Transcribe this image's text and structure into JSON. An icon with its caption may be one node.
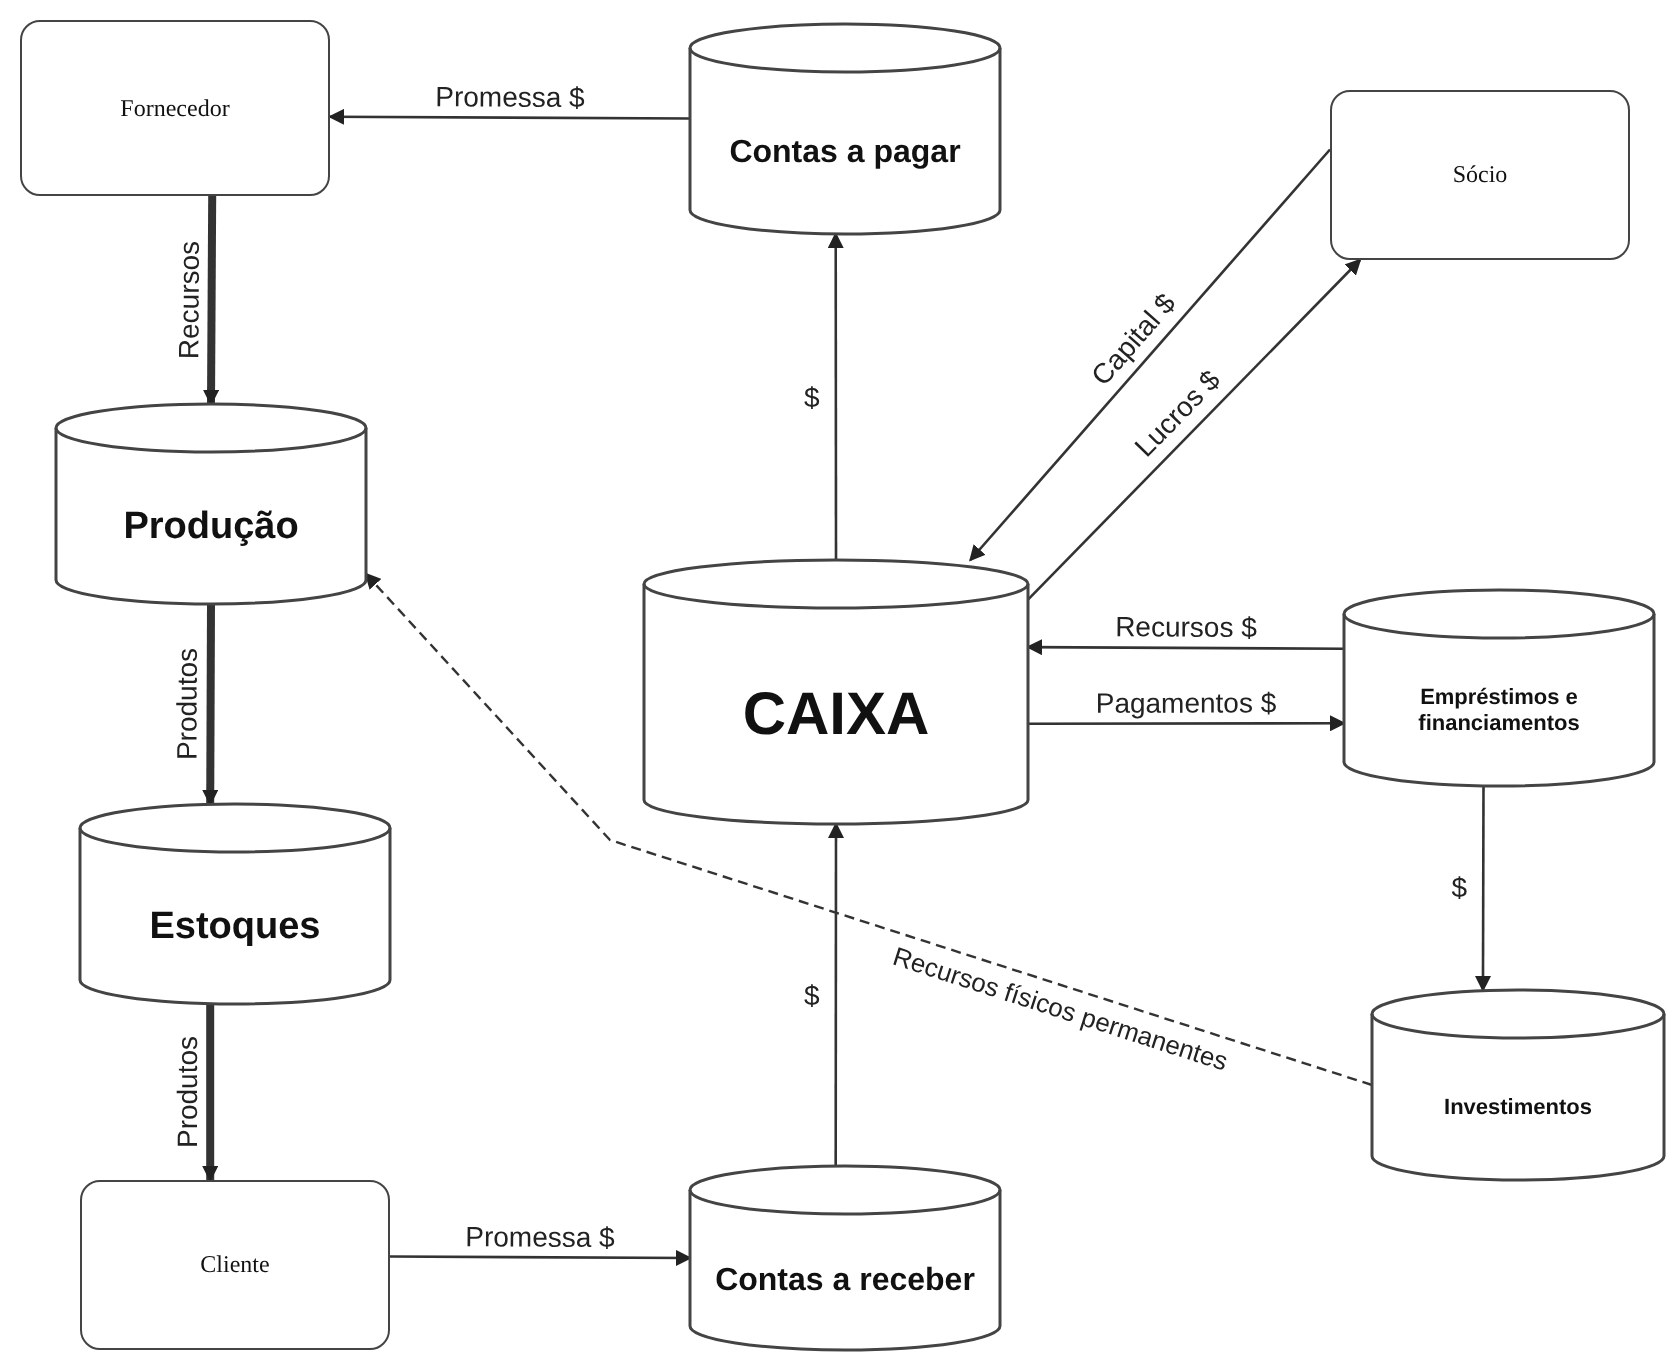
{
  "diagram": {
    "nodes": [
      {
        "text": [
          "Fornecedor"
        ]
      },
      {
        "text": [
          "Contas a pagar"
        ]
      },
      {
        "text": [
          "Sócio"
        ]
      },
      {
        "text": [
          "Produção"
        ]
      },
      {
        "text": [
          "CAIXA"
        ]
      },
      {
        "text": [
          "Empréstimos e financiamentos"
        ]
      },
      {
        "text": [
          "Estoques"
        ]
      },
      {
        "text": [
          "Investimentos"
        ]
      },
      {
        "text": [
          "Cliente"
        ]
      },
      {
        "text": [
          "Contas a receber"
        ]
      }
    ],
    "edges": [
      {
        "from": 1,
        "to": 0,
        "arrow": "to",
        "label": "Promessa $"
      },
      {
        "from": 0,
        "to": 3,
        "arrow": "to",
        "label": "Recursos",
        "style": "thick"
      },
      {
        "from": 3,
        "to": 6,
        "arrow": "to",
        "label": "Produtos",
        "style": "thick"
      },
      {
        "from": 6,
        "to": 8,
        "arrow": "to",
        "label": "Produtos",
        "style": "thick"
      },
      {
        "from": 8,
        "to": 9,
        "arrow": "to",
        "label": "Promessa $"
      },
      {
        "from": 9,
        "to": 4,
        "arrow": "to",
        "label": "$"
      },
      {
        "from": 4,
        "to": 1,
        "arrow": "to",
        "label": "$"
      },
      {
        "from": 2,
        "to": 4,
        "arrow": "to",
        "label": "Capital $"
      },
      {
        "from": 4,
        "to": 2,
        "arrow": "to",
        "label": "Lucros $"
      },
      {
        "from": 5,
        "to": 4,
        "arrow": "to",
        "label": "Recursos $"
      },
      {
        "from": 4,
        "to": 5,
        "arrow": "to",
        "label": "Pagamentos $"
      },
      {
        "from": 5,
        "to": 7,
        "arrow": "to",
        "label": "$"
      },
      {
        "from": 7,
        "to": 3,
        "arrow": "to",
        "label": "Recursos físicos permanentes",
        "style": "dashed"
      }
    ]
  }
}
